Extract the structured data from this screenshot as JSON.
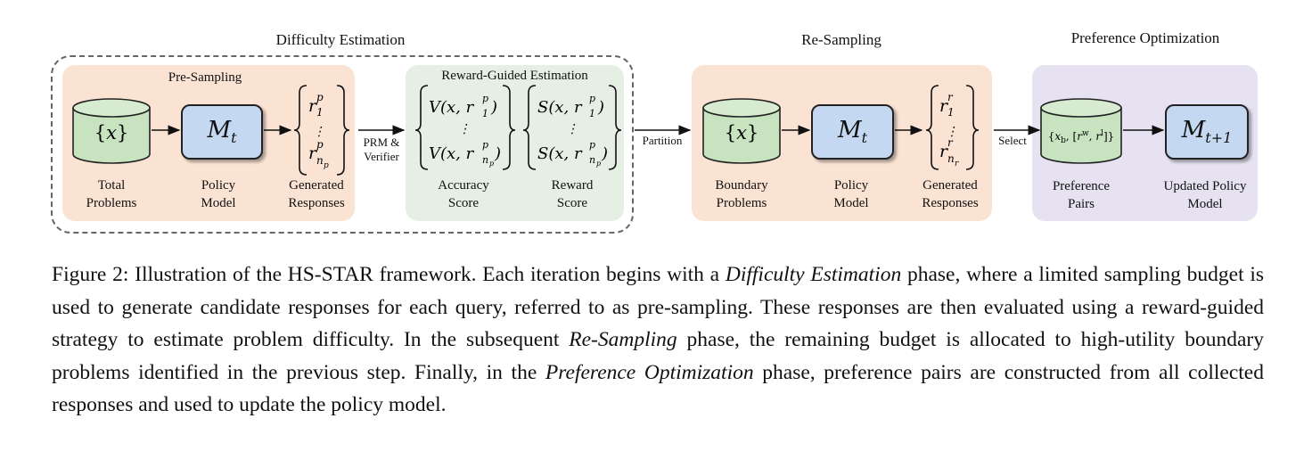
{
  "stages": {
    "difficulty_estimation": "Difficulty Estimation",
    "re_sampling": "Re-Sampling",
    "preference_optimization": "Preference Optimization"
  },
  "subpanels": {
    "pre_sampling": "Pre-Sampling",
    "reward_guided": "Reward-Guided Estimation"
  },
  "nodes": {
    "total_problems": {
      "math": "{x}",
      "label_1": "Total",
      "label_2": "Problems"
    },
    "policy_model": {
      "math": "M",
      "sub": "t",
      "label_1": "Policy",
      "label_2": "Model"
    },
    "generated_responses": {
      "label_1": "Generated",
      "label_2": "Responses"
    },
    "accuracy_score": {
      "label_1": "Accuracy",
      "label_2": "Score"
    },
    "reward_score": {
      "label_1": "Reward",
      "label_2": "Score"
    },
    "boundary_problems": {
      "math": "{x}",
      "label_1": "Boundary",
      "label_2": "Problems"
    },
    "policy_model_2": {
      "math": "M",
      "sub": "t",
      "label_1": "Policy",
      "label_2": "Model"
    },
    "generated_responses_2": {
      "label_1": "Generated",
      "label_2": "Responses"
    },
    "preference_pairs": {
      "math": "{x_b, [r^w, r^l]}",
      "label_1": "Preference",
      "label_2": "Pairs"
    },
    "updated_policy": {
      "math": "M",
      "sub": "t+1",
      "label_1": "Updated Policy",
      "label_2": "Model"
    }
  },
  "edges": {
    "prm_verifier_1": "PRM &",
    "prm_verifier_2": "Verifier",
    "partition": "Partition",
    "select": "Select"
  },
  "caption": {
    "part1": "Figure 2: Illustration of the HS-S",
    "part1_sc": "TAR",
    "part2": " framework. Each iteration begins with a ",
    "italic1": "Difficulty Estimation",
    "part3": " phase, where a limited sampling budget is used to generate candidate responses for each query, referred to as pre-sampling. These responses are then evaluated using a reward-guided strategy to estimate problem difficulty. In the subsequent ",
    "italic2": "Re-Sampling",
    "part4": " phase, the remaining budget is allocated to high-utility boundary problems identified in the previous step. Finally, in the ",
    "italic3": "Preference Optimization",
    "part5": " phase, preference pairs are constructed from all collected responses and used to update the policy model."
  },
  "colors": {
    "orange_panel": "#fbe3d4",
    "green_panel": "#e5efe3",
    "purple_panel": "#e6e2f2",
    "cylinder_fill": "#c8e3c0",
    "model_fill": "#c5d8f2"
  }
}
